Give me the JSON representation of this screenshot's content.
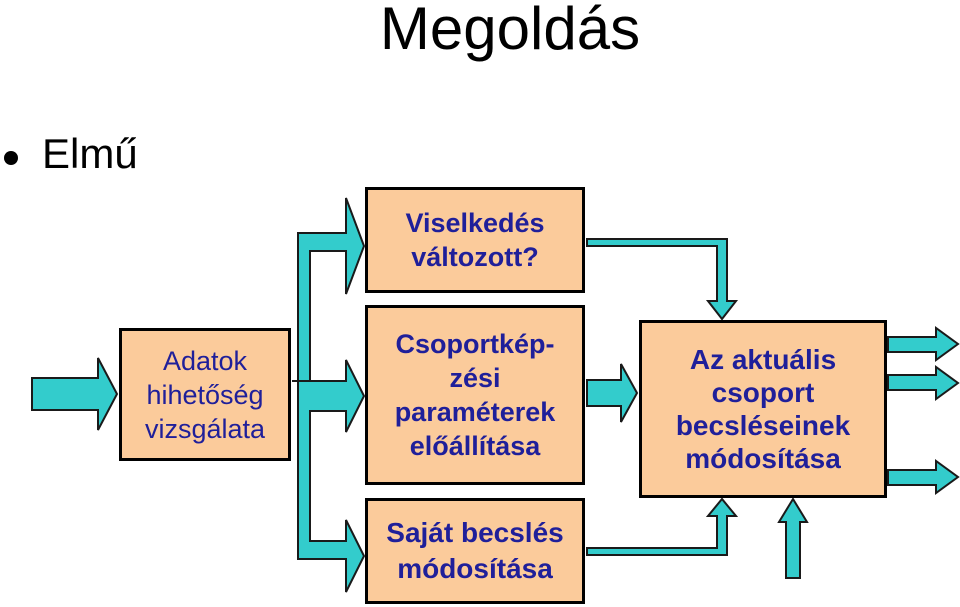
{
  "slide": {
    "title": "Megoldás",
    "bullet": "Elmű"
  },
  "boxes": {
    "adatok": [
      "Adatok",
      "hihetőség",
      "vizsgálata"
    ],
    "viselkedes": [
      "Viselkedés",
      "változott?"
    ],
    "csoportkepzesi": [
      "Csoportkép-",
      "zési",
      "paraméterek",
      "előállítása"
    ],
    "sajat": [
      "Saját becslés",
      "módosítása"
    ],
    "aktualis": [
      "Az aktuális",
      "csoport",
      "becsléseinek",
      "módosítása"
    ]
  },
  "colors": {
    "box_fill": "#fbcb9b",
    "box_text": "#1f1f9a",
    "arrow_fill": "#33cccc"
  }
}
